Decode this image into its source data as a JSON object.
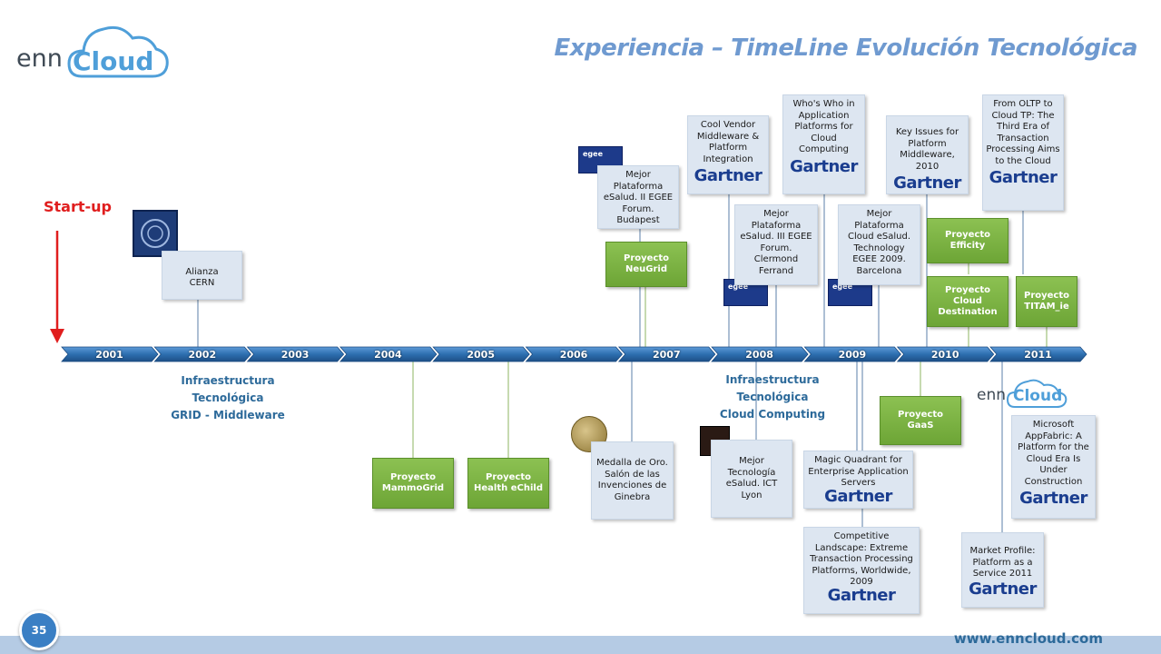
{
  "title": "Experiencia – TimeLine Evolución Tecnológica",
  "logo": {
    "enn": "enn",
    "cloud": "Cloud"
  },
  "startup_label": "Start-up",
  "years": [
    "2001",
    "2002",
    "2003",
    "2004",
    "2005",
    "2006",
    "2007",
    "2008",
    "2009",
    "2010",
    "2011"
  ],
  "eras": [
    {
      "line1": "Infraestructura",
      "line2": "Tecnológica",
      "line3": "GRID - Middleware"
    },
    {
      "line1": "Infraestructura",
      "line2": "Tecnológica",
      "line3": "Cloud Computing"
    }
  ],
  "above": {
    "alianza_cern": "Alianza CERN",
    "egee_budapest": "Mejor Plataforma eSalud. II EGEE Forum. Budapest",
    "neugrid": "Proyecto NeuGrid",
    "cool_vendor": "Cool Vendor Middleware & Platform Integration",
    "egee_clermont": "Mejor Plataforma eSalud. III EGEE Forum. Clermond Ferrand",
    "whos_who": "Who's Who in Application Platforms for Cloud Computing",
    "egee_barcelona": "Mejor Plataforma Cloud eSalud. Technology EGEE 2009. Barcelona",
    "key_issues": "Key Issues for Platform Middleware, 2010",
    "efficity": "Proyecto Efficity",
    "cloud_destination": "Proyecto Cloud Destination",
    "oltp": "From OLTP to Cloud TP: The Third Era of Transaction Processing Aims to the Cloud",
    "titam": "Proyecto TITAM_ie"
  },
  "below": {
    "mammogrid": "Proyecto MammoGrid",
    "health_echild": "Proyecto Health eChild",
    "medalla": "Medalla de Oro. Salón de las Invenciones de Ginebra",
    "ict_lyon": "Mejor Tecnología eSalud. ICT Lyon",
    "magic_quadrant": "Magic Quadrant for Enterprise Application Servers",
    "competitive": "Competitive Landscape: Extreme Transaction Processing Platforms, Worldwide, 2009",
    "gaas": "Proyecto GaaS",
    "market_profile": "Market Profile: Platform as a Service 2011",
    "appfabric": "Microsoft AppFabric: A Platform for the Cloud Era Is Under Construction"
  },
  "gartner": "Gartner",
  "egee_label": "egee",
  "page_number": "35",
  "website": "www.enncloud.com",
  "colors": {
    "accent": "#6f9ad0",
    "timeline": "#2d6fb0",
    "green": "#7cb342",
    "red": "#e01e1e"
  }
}
